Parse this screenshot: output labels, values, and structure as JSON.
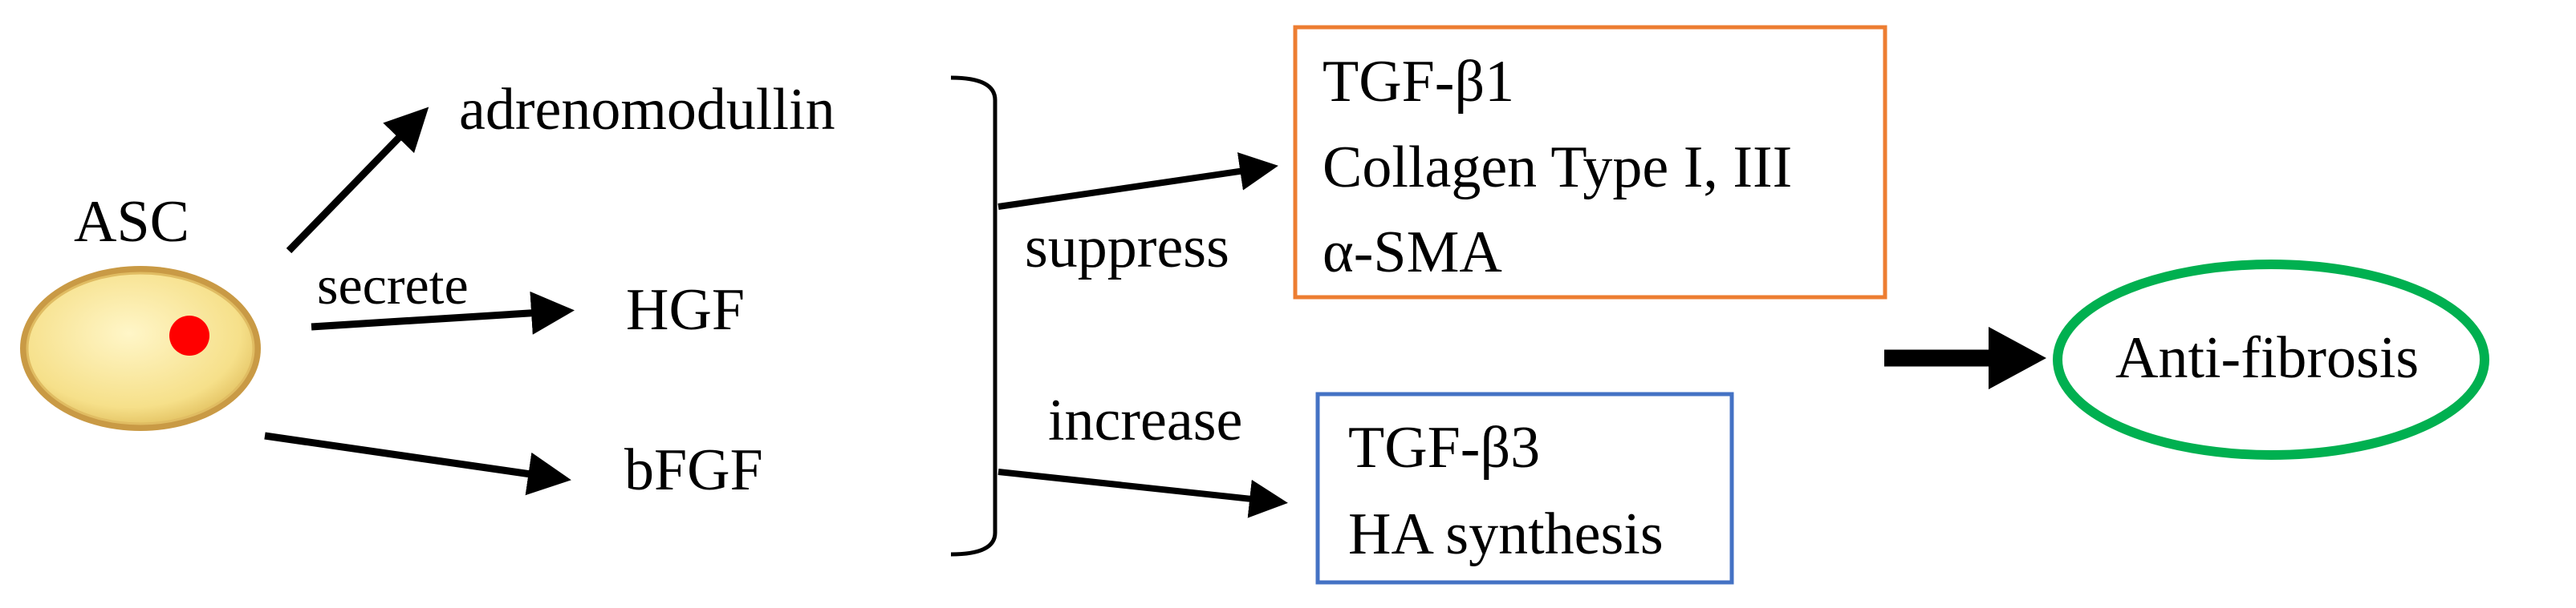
{
  "cell": {
    "label": "ASC"
  },
  "verb_secrete": "secrete",
  "factors": {
    "adrenomodullin": "adrenomodullin",
    "hgf": "HGF",
    "bfgf": "bFGF"
  },
  "verb_suppress": "suppress",
  "verb_increase": "increase",
  "suppress_box": {
    "line1": "TGF-β1",
    "line2": "Collagen Type I, III",
    "line3": "α-SMA",
    "border_color": "#ED7D31"
  },
  "increase_box": {
    "line1": "TGF-β3",
    "line2": "HA synthesis",
    "border_color": "#4472C4"
  },
  "outcome": {
    "label": "Anti-fibrosis",
    "border_color": "#00B050"
  }
}
